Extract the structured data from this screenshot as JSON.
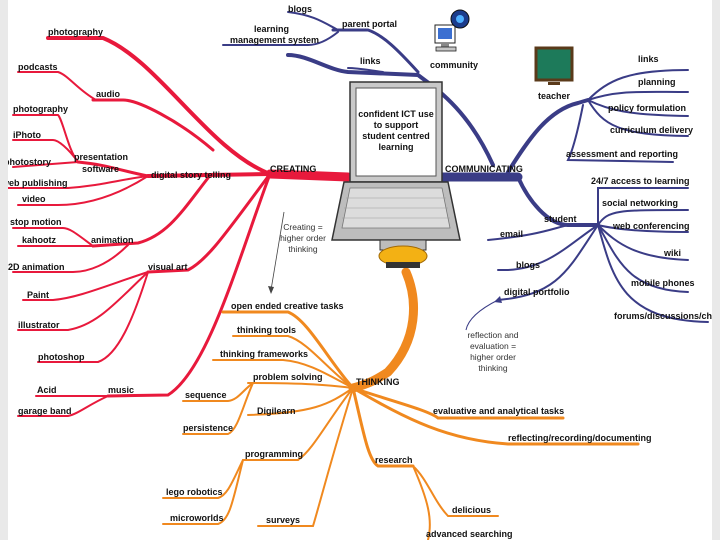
{
  "center": {
    "title_lines": [
      "confident ICT use",
      "to support",
      "student centred",
      "learning"
    ]
  },
  "branches": {
    "creating": {
      "label": "CREATING",
      "color": "#e8193c",
      "items": {
        "photography": "photography",
        "audio": "audio",
        "podcasts": "podcasts",
        "photography2": "photography",
        "iphoto": "iPhoto",
        "photostory": "photostory",
        "web_publishing": "web publishing",
        "video": "video",
        "presentation_software_1": "presentation",
        "presentation_software_2": "software",
        "digital_story_telling": "digital story telling",
        "stop_motion": "stop motion",
        "kahootz": "kahootz",
        "animation": "animation",
        "animation_2d": "2D animation",
        "visual_art": "visual art",
        "paint": "Paint",
        "illustrator": "illustrator",
        "photoshop": "photoshop",
        "acid": "Acid",
        "music": "music",
        "garage_band": "garage band"
      }
    },
    "communicating": {
      "label": "COMMUNICATING",
      "color": "#3a3c86",
      "items": {
        "blogs": "blogs",
        "parent_portal": "parent portal",
        "lms_1": "learning",
        "lms_2": "management system",
        "links": "links",
        "community": "community",
        "teacher": "teacher",
        "teacher_links": "links",
        "planning": "planning",
        "policy_formulation": "policy formulation",
        "curriculum_delivery": "curriculum delivery",
        "assessment_reporting": "assessment and reporting",
        "access_24_7": "24/7 access to learning",
        "student": "student",
        "social_networking": "social networking",
        "web_conferencing": "web conferencing",
        "email": "email",
        "wiki": "wiki",
        "student_blogs": "blogs",
        "mobile_phones": "mobile phones",
        "digital_portfolio": "digital portfolio",
        "forums": "forums/discussions/chat"
      }
    },
    "thinking": {
      "label": "THINKING",
      "color": "#f0891f",
      "items": {
        "open_ended": "open ended creative tasks",
        "thinking_tools": "thinking tools",
        "thinking_frameworks": "thinking frameworks",
        "problem_solving": "problem solving",
        "sequence": "sequence",
        "digilearn": "Digilearn",
        "persistence": "persistence",
        "evaluative": "evaluative and analytical tasks",
        "reflecting": "reflecting/recording/documenting",
        "programming": "programming",
        "research": "research",
        "lego_robotics": "lego robotics",
        "microworlds": "microworlds",
        "surveys": "surveys",
        "delicious": "delicious",
        "advanced_searching": "advanced searching"
      }
    }
  },
  "notes": {
    "creating_note": [
      "Creating =",
      "higher order",
      "thinking"
    ],
    "reflection_note": [
      "reflection and",
      "evaluation =",
      "higher order",
      "thinking"
    ]
  }
}
